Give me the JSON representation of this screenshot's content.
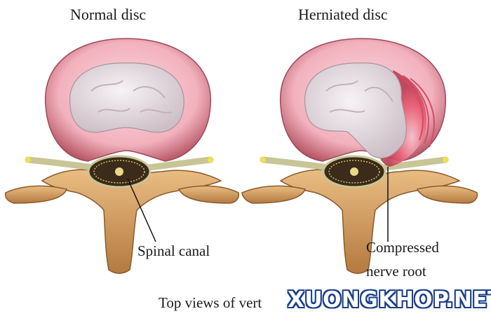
{
  "titles": {
    "left": "Normal disc",
    "right": "Herniated disc"
  },
  "labels": {
    "spinal_canal": "Spinal canal",
    "compressed_line1": "Compressed",
    "compressed_line2": "nerve root"
  },
  "caption": "Top views of vert",
  "watermark": "XUONGKHOP.NET",
  "colors": {
    "annulus": "#f0a7b4",
    "nucleus": "#ece6ea",
    "bone": "#d9a66a",
    "nerve": "#d8d7a8",
    "canal": "#3a2b1a",
    "herniation": "#e8576f"
  }
}
